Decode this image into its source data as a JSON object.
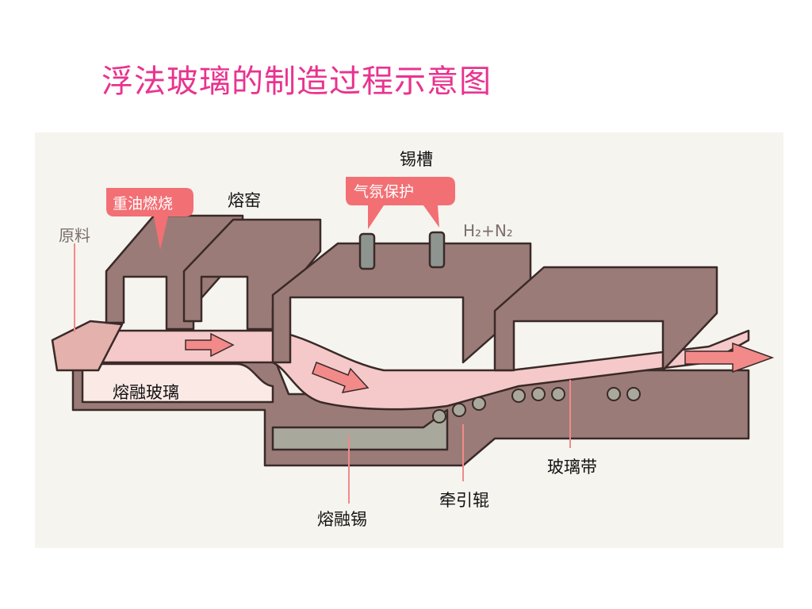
{
  "title": "浮法玻璃的制造过程示意图",
  "labels": {
    "tin_bath": "锡槽",
    "furnace": "熔窑",
    "heavy_oil": "重油燃烧",
    "atmosphere": "气氛保护",
    "raw_material": "原料",
    "gas": "H₂+N₂",
    "molten_glass": "熔融玻璃",
    "glass_ribbon": "玻璃带",
    "traction_roller": "牵引辊",
    "molten_tin": "熔融锡"
  },
  "colors": {
    "title": "#e9338f",
    "kiln": "#9b7b78",
    "glass": "#f5c9c9",
    "arrow": "#f28a8a",
    "bubble": "#f26f74"
  }
}
